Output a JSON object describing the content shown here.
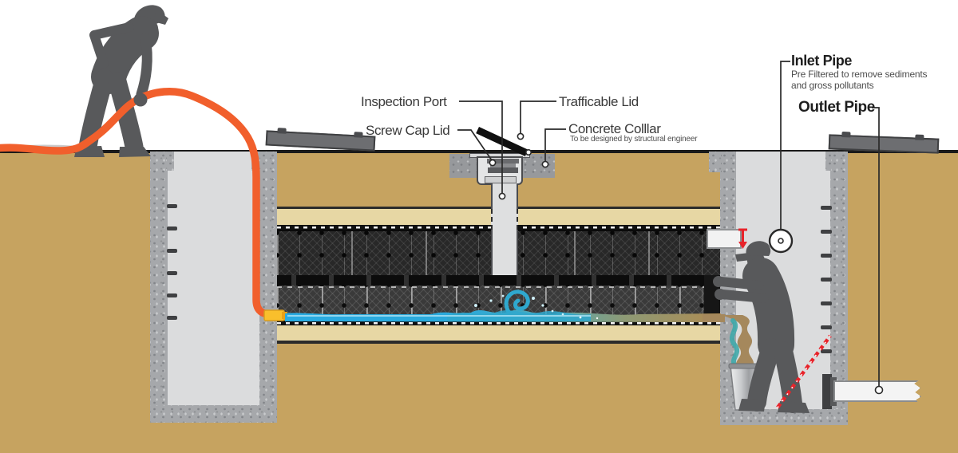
{
  "labels": {
    "inspection_port": {
      "text": "Inspection Port"
    },
    "screw_cap_lid": {
      "text": "Screw Cap Lid"
    },
    "trafficable_lid": {
      "text": "Trafficable Lid"
    },
    "concrete_collar": {
      "text": "Concrete Colllar",
      "note": "To be designed by structural engineer"
    },
    "inlet_pipe": {
      "text": "Inlet Pipe",
      "note": "Pre Filtered to remove sediments and gross pollutants"
    },
    "outlet_pipe": {
      "text": "Outlet Pipe"
    }
  },
  "colors": {
    "ground_tan": "#C6A360",
    "sand": "#E7D7A4",
    "concrete_wall": "#A6A8AB",
    "concrete_collar": "#97999C",
    "chamber_interior": "#DBDCDD",
    "crate_dark": "#282828",
    "crate_light": "#3A3A3A",
    "water_blue": "#29ABE2",
    "water_teal": "#2FA8CE",
    "sediment_brown": "#A5885C",
    "hose_orange": "#F15F2C",
    "nozzle_yellow": "#F9BF2C",
    "worker_grey": "#58595B",
    "lid_slab": "#6D6E71",
    "alert_red": "#E8232A"
  }
}
